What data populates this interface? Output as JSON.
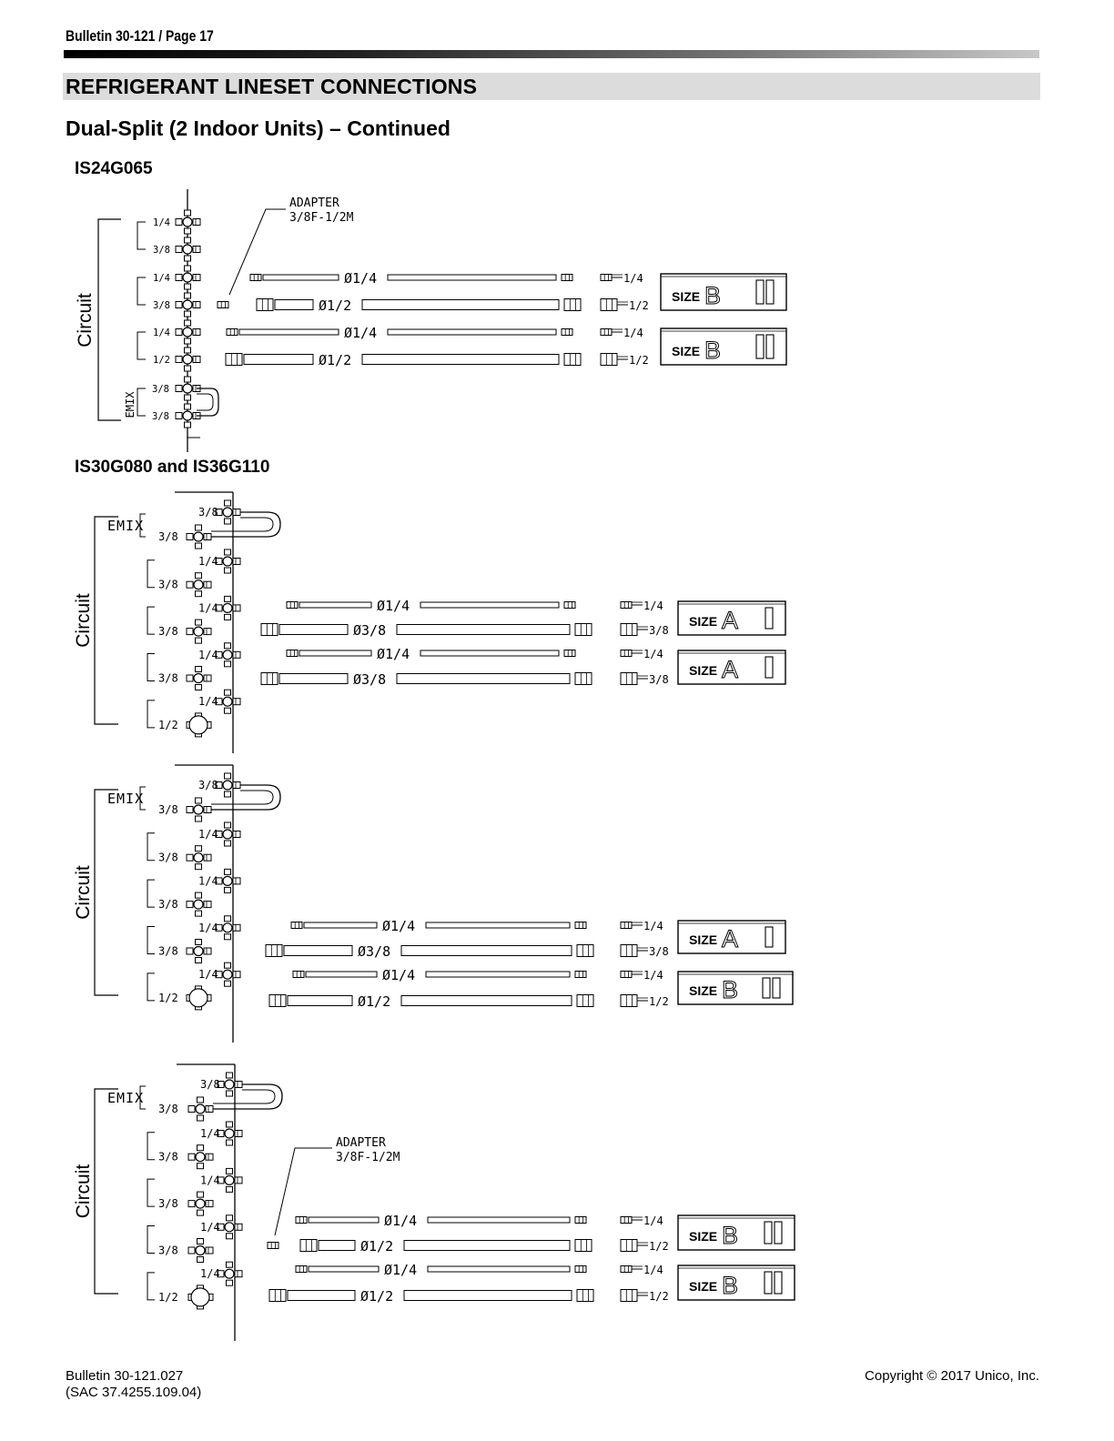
{
  "header": {
    "page_label": "Bulletin 30-121 / Page 17"
  },
  "section": {
    "title": "REFRIGERANT LINESET CONNECTIONS",
    "subtitle": "Dual-Split (2 Indoor Units) – Continued"
  },
  "diagrams": {
    "d1": {
      "model": "IS24G065",
      "circuit": "Circuit",
      "emix": "EMIX",
      "adapter": [
        "ADAPTER",
        "3/8F-1/2M"
      ],
      "ports": [
        "1/4",
        "3/8",
        "1/4",
        "3/8",
        "1/4",
        "1/2",
        "3/8",
        "3/8"
      ],
      "lines": [
        "Ø1/4",
        "Ø1/2",
        "Ø1/4",
        "Ø1/2"
      ],
      "ends": [
        "1/4",
        "1/2",
        "1/4",
        "1/2"
      ],
      "size_label": "SIZE",
      "units": [
        {
          "letter": "B",
          "bars": "II"
        },
        {
          "letter": "B",
          "bars": "II"
        }
      ]
    },
    "d2": {
      "model": "IS30G080 and IS36G110",
      "circuit": "Circuit",
      "emix": "EMIX",
      "ports": [
        "3/8",
        "3/8",
        "1/4",
        "3/8",
        "1/4",
        "3/8",
        "1/4",
        "3/8",
        "1/4",
        "1/2"
      ],
      "lines": [
        "Ø1/4",
        "Ø3/8",
        "Ø1/4",
        "Ø3/8"
      ],
      "ends": [
        "1/4",
        "3/8",
        "1/4",
        "3/8"
      ],
      "size_label": "SIZE",
      "units": [
        {
          "letter": "A",
          "bars": "I"
        },
        {
          "letter": "A",
          "bars": "I"
        }
      ]
    },
    "d3": {
      "circuit": "Circuit",
      "emix": "EMIX",
      "ports": [
        "3/8",
        "3/8",
        "1/4",
        "3/8",
        "1/4",
        "3/8",
        "1/4",
        "3/8",
        "1/4",
        "1/2"
      ],
      "lines": [
        "Ø1/4",
        "Ø3/8",
        "Ø1/4",
        "Ø1/2"
      ],
      "ends": [
        "1/4",
        "3/8",
        "1/4",
        "1/2"
      ],
      "size_label": "SIZE",
      "units": [
        {
          "letter": "A",
          "bars": "I"
        },
        {
          "letter": "B",
          "bars": "II"
        }
      ]
    },
    "d4": {
      "circuit": "Circuit",
      "emix": "EMIX",
      "adapter": [
        "ADAPTER",
        "3/8F-1/2M"
      ],
      "ports": [
        "3/8",
        "3/8",
        "1/4",
        "3/8",
        "1/4",
        "3/8",
        "1/4",
        "3/8",
        "1/4",
        "1/2"
      ],
      "lines": [
        "Ø1/4",
        "Ø1/2",
        "Ø1/4",
        "Ø1/2"
      ],
      "ends": [
        "1/4",
        "1/2",
        "1/4",
        "1/2"
      ],
      "size_label": "SIZE",
      "units": [
        {
          "letter": "B",
          "bars": "II"
        },
        {
          "letter": "B",
          "bars": "II"
        }
      ]
    }
  },
  "footer": {
    "doc_number": "Bulletin 30-121.027",
    "sac_number": "(SAC 37.4255.109.04)",
    "copyright": "Copyright © 2017 Unico, Inc."
  }
}
